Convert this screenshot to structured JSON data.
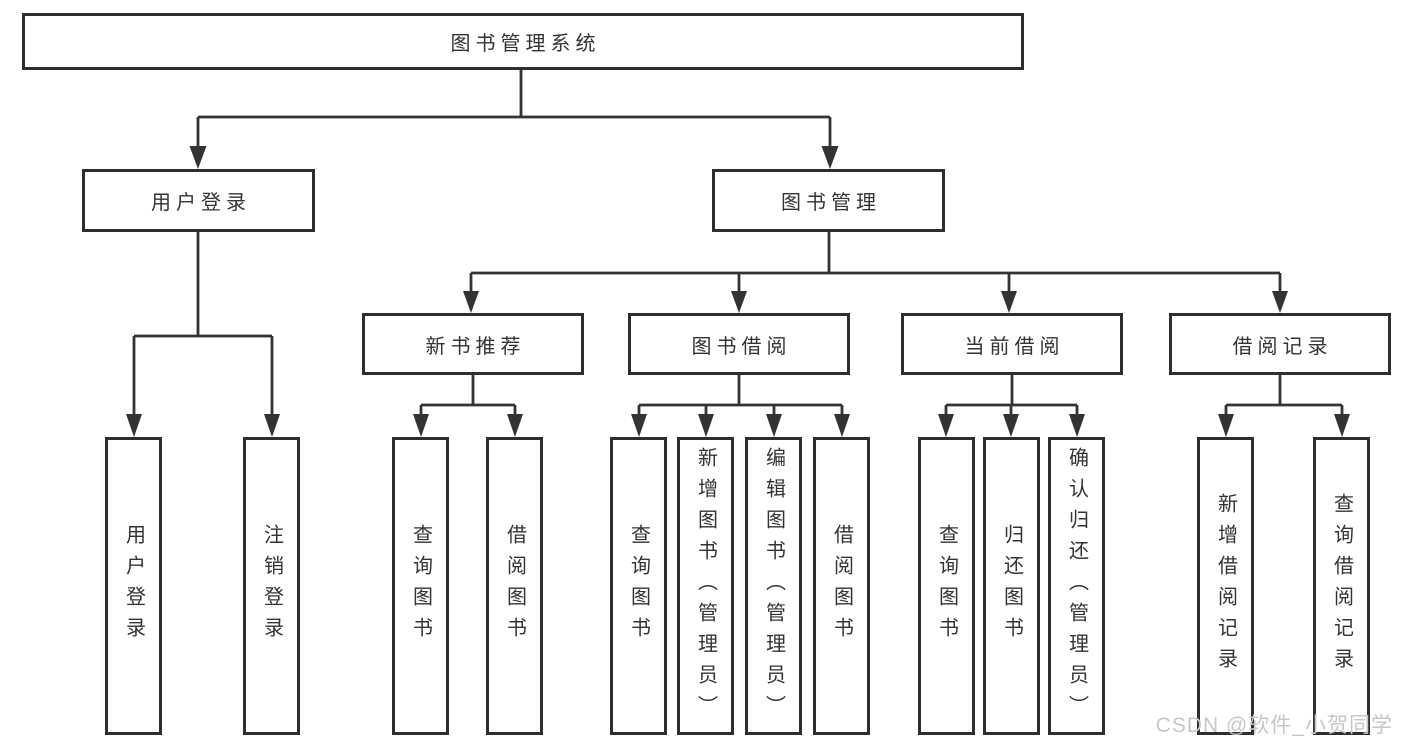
{
  "diagram": {
    "type": "hierarchy-tree",
    "tree": {
      "label": "图书管理系统",
      "children": [
        {
          "label": "用户登录",
          "children": [
            {
              "label": "用户登录"
            },
            {
              "label": "注销登录"
            }
          ]
        },
        {
          "label": "图书管理",
          "children": [
            {
              "label": "新书推荐",
              "children": [
                {
                  "label": "查询图书"
                },
                {
                  "label": "借阅图书"
                }
              ]
            },
            {
              "label": "图书借阅",
              "children": [
                {
                  "label": "查询图书"
                },
                {
                  "label": "新增图书（管理员）"
                },
                {
                  "label": "编辑图书（管理员）"
                },
                {
                  "label": "借阅图书"
                }
              ]
            },
            {
              "label": "当前借阅",
              "children": [
                {
                  "label": "查询图书"
                },
                {
                  "label": "归还图书"
                },
                {
                  "label": "确认归还（管理员）"
                }
              ]
            },
            {
              "label": "借阅记录",
              "children": [
                {
                  "label": "新增借阅记录"
                },
                {
                  "label": "查询借阅记录"
                }
              ]
            }
          ]
        }
      ]
    },
    "colors": {
      "line": "#333333",
      "box_border": "#2e2e2e",
      "text": "#333333",
      "background": "#ffffff",
      "watermark": "#c7c7c7"
    }
  },
  "watermark": {
    "text": "CSDN @软件_小贺同学"
  }
}
